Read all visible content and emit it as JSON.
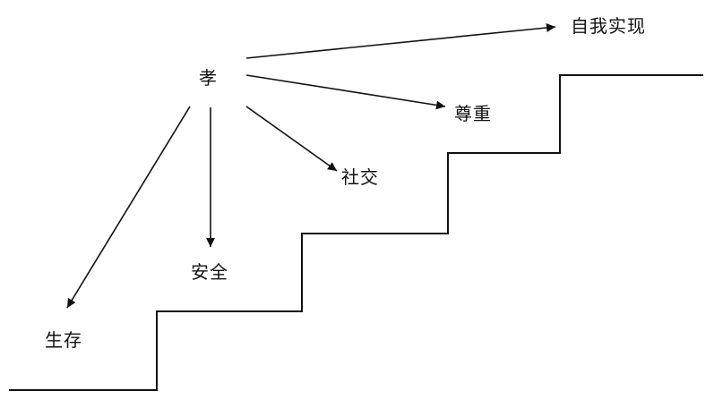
{
  "diagram": {
    "center_label": "孝",
    "levels": [
      {
        "id": "self-actualization",
        "label": "自我实现"
      },
      {
        "id": "esteem",
        "label": "尊重"
      },
      {
        "id": "social",
        "label": "社交"
      },
      {
        "id": "safety",
        "label": "安全"
      },
      {
        "id": "survival",
        "label": "生存"
      }
    ],
    "colors": {
      "line": "#111111",
      "background": "#ffffff"
    }
  }
}
